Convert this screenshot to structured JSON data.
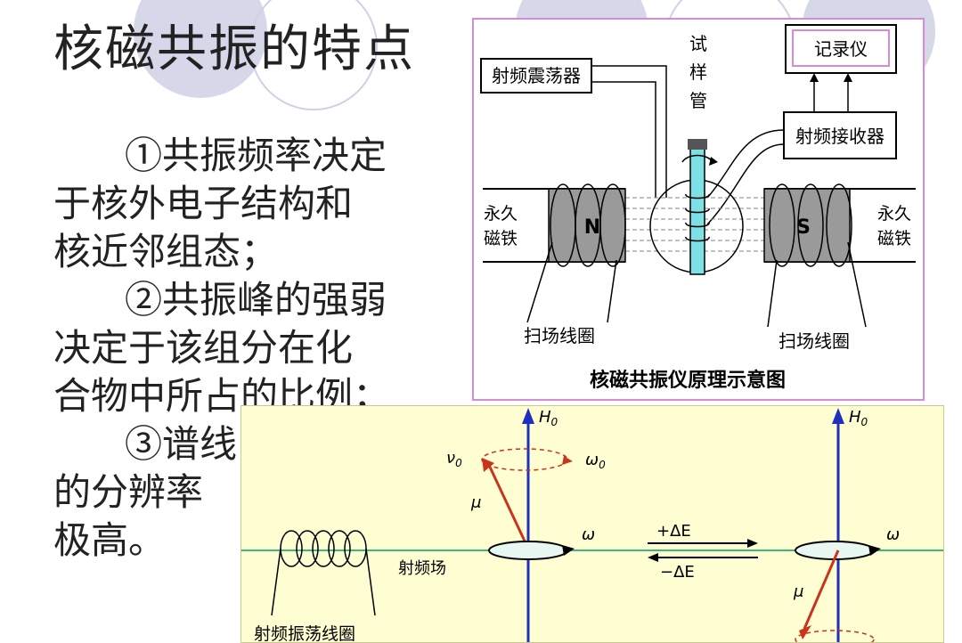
{
  "slide": {
    "title": "核磁共振的特点",
    "points": [
      "①共振频率决定于核外电子结构和核近邻组态；",
      "②共振峰的强弱决定于该组分在化合物中所占的比例；",
      "③谱线的分辨率极高。"
    ],
    "point_lines": {
      "p1_l1": "①共振频率决定",
      "p1_l2": "于核外电子结构和",
      "p1_l3": "核近邻组态；",
      "p2_l1": "②共振峰的强弱",
      "p2_l2": "决定于该组分在化",
      "p2_l3": "合物中所占的比例；",
      "p3_l1": "③谱线",
      "p3_l2": "的分辨率",
      "p3_l3": "极高。"
    }
  },
  "diagram_top": {
    "caption": "核磁共振仪原理示意图",
    "rf_oscillator": "射频震荡器",
    "sample_tube": [
      "试",
      "样",
      "管"
    ],
    "recorder": "记录仪",
    "rf_receiver": "射频接收器",
    "magnet_left": [
      "永久",
      "磁铁"
    ],
    "magnet_right": [
      "永久",
      "磁铁"
    ],
    "pole_n": "N",
    "pole_s": "S",
    "sweep_coil_left": "扫场线圈",
    "sweep_coil_right": "扫场线圈"
  },
  "diagram_bottom": {
    "field_left": "H",
    "field_right": "H",
    "subscript_zero": "0",
    "nu0": "ν",
    "omega0": "ω",
    "mu_left": "μ",
    "mu_right": "μ",
    "omega_left": "ω",
    "omega_right": "ω",
    "plus_delta_e": "+ΔE",
    "minus_delta_e": "−ΔE",
    "rf_field": "射频场",
    "rf_coil": "射频振荡线圈"
  },
  "colors": {
    "background": "#ffffff",
    "text": "#222222",
    "decor_circle": "#d7d7ea",
    "top_border": "#d58bd6",
    "bottom_bg": "#fffdd2",
    "axis_blue": "#1f2fbf",
    "vector_red": "#c8341c",
    "field_green": "#3cb87a"
  }
}
